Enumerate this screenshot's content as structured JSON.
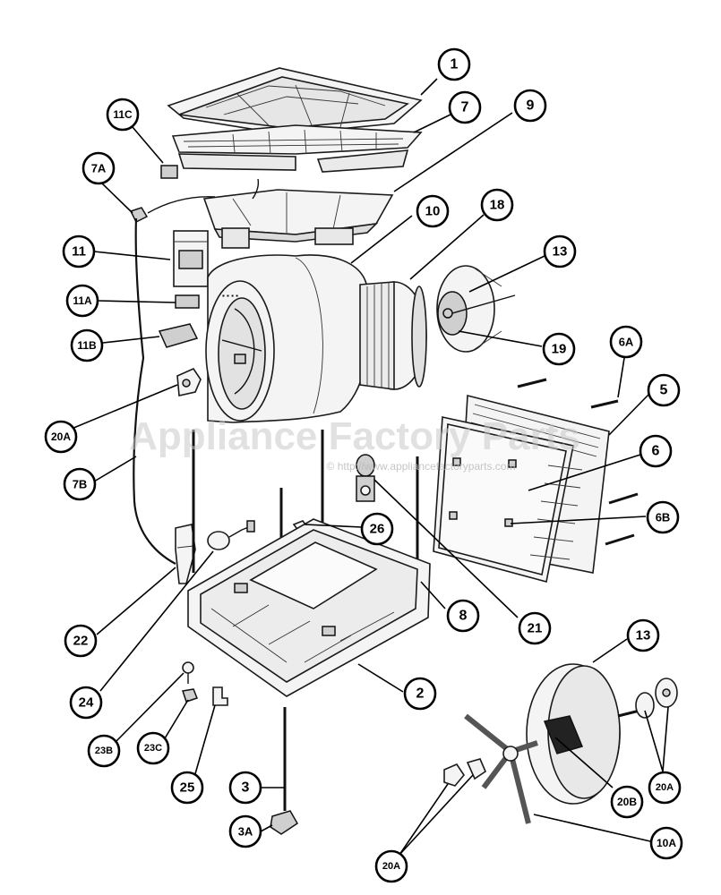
{
  "watermark": {
    "text": "Appliance Factory Parts",
    "url": "© http://www.appliancefactoryparts.com"
  },
  "callouts": [
    {
      "id": "1",
      "label": "1"
    },
    {
      "id": "7",
      "label": "7"
    },
    {
      "id": "9",
      "label": "9"
    },
    {
      "id": "11C",
      "label": "11C"
    },
    {
      "id": "7A",
      "label": "7A"
    },
    {
      "id": "10",
      "label": "10"
    },
    {
      "id": "18",
      "label": "18"
    },
    {
      "id": "11",
      "label": "11"
    },
    {
      "id": "13-top",
      "label": "13"
    },
    {
      "id": "11A",
      "label": "11A"
    },
    {
      "id": "11B",
      "label": "11B"
    },
    {
      "id": "19",
      "label": "19"
    },
    {
      "id": "6A",
      "label": "6A"
    },
    {
      "id": "5",
      "label": "5"
    },
    {
      "id": "20A-left",
      "label": "20A"
    },
    {
      "id": "6",
      "label": "6"
    },
    {
      "id": "7B",
      "label": "7B"
    },
    {
      "id": "6B",
      "label": "6B"
    },
    {
      "id": "26",
      "label": "26"
    },
    {
      "id": "8",
      "label": "8"
    },
    {
      "id": "22",
      "label": "22"
    },
    {
      "id": "21",
      "label": "21"
    },
    {
      "id": "13-bottom",
      "label": "13"
    },
    {
      "id": "24",
      "label": "24"
    },
    {
      "id": "2",
      "label": "2"
    },
    {
      "id": "23B",
      "label": "23B"
    },
    {
      "id": "23C",
      "label": "23C"
    },
    {
      "id": "20A-right",
      "label": "20A"
    },
    {
      "id": "20B",
      "label": "20B"
    },
    {
      "id": "25",
      "label": "25"
    },
    {
      "id": "3",
      "label": "3"
    },
    {
      "id": "3A",
      "label": "3A"
    },
    {
      "id": "10A",
      "label": "10A"
    },
    {
      "id": "20A-bottom",
      "label": "20A"
    }
  ]
}
